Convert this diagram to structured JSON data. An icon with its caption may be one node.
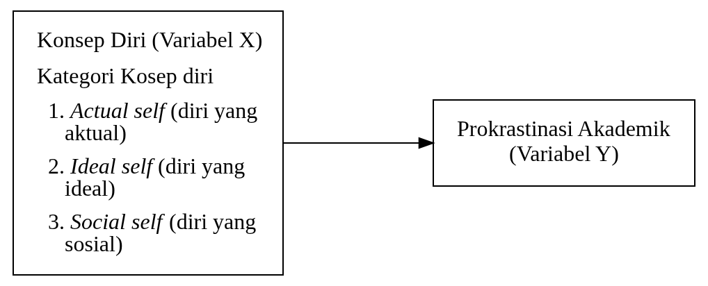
{
  "diagram": {
    "nodes": [
      {
        "text": [
          "Konsep Diri (Variabel X)",
          "Kategori Kosep diri",
          "1. *Actual self* (diri yang aktual)",
          "2. *Ideal self* (diri yang ideal)",
          "3. *Social self* (diri yang sosial)"
        ]
      },
      {
        "text": [
          "Prokrastinasi Akademik (Variabel Y)"
        ]
      }
    ],
    "edges": [
      {
        "from": 0,
        "to": 1,
        "arrow": "to"
      }
    ]
  }
}
